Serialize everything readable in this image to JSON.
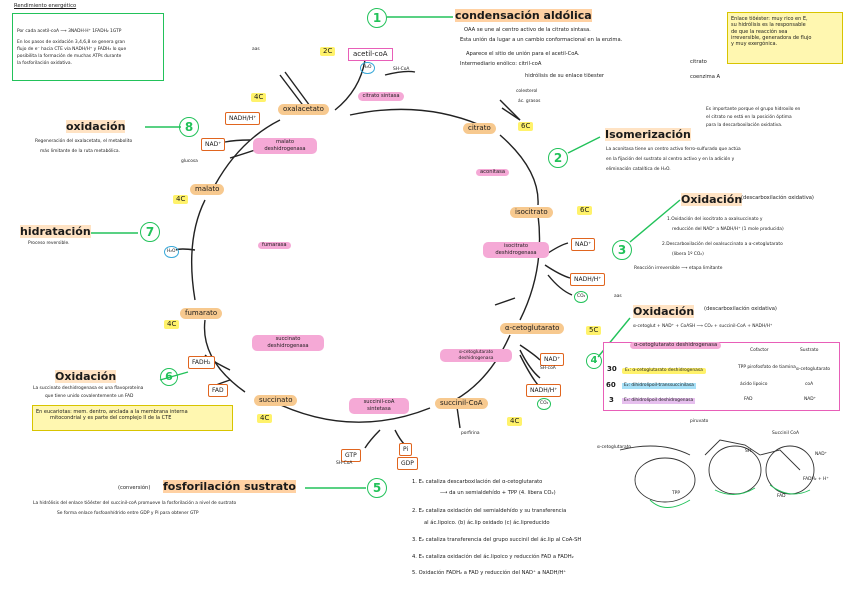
{
  "top_left": {
    "title": "Rendimiento energético",
    "line1": "Por cada acetil-coA ⟶ 3NADH·H⁺ 1FADH₂ 1GTP",
    "line2": "En los pasos de oxidación 3,4,6,8 se genera gran",
    "line3": "flujo de e⁻ hacia CTE vía NADH/H⁺ y FADH₂ lo que",
    "line4": "posibilita la formación de muchas ATPs durante",
    "line5": "la fosforilación oxidativa."
  },
  "top_right_note": {
    "line1": "Enlace tiöéster: muy rico en E,",
    "line2": "su hidrólisis es la responsable",
    "line3": "de que la reacción sea",
    "line4": "irreversible, generadora de flujo",
    "line5": "y muy exergónica."
  },
  "metabolites": {
    "acetil_coa": "acetil-coA",
    "oxalacetato": "oxalacetato",
    "citrato": "citrato",
    "isocitrato": "isocitrato",
    "alfa_ceto": "α-cetoglutarato",
    "succinil_coa": "succinil-CoA",
    "succinato": "succinato",
    "fumarato": "fumarato",
    "malato": "malato"
  },
  "carbons": {
    "c2": "2C",
    "c4_oxa": "4C",
    "c6_cit": "6C",
    "c6_iso": "6C",
    "c5": "5C",
    "c4_suc": "4C",
    "c4_succ": "4C",
    "c4_fum": "4C",
    "c4_mal": "4C"
  },
  "enzymes": {
    "citrato_sintasa": "citrato sintasa",
    "aconitasa": "aconitasa",
    "isocitrato_dh": "isocitrato deshidrogenasa",
    "akg_dh": "α-cetoglutarato deshidrogenasa",
    "succinil_sintetasa": "succinil-coA sintetasa",
    "succinato_dh": "succinato deshidrogenasa",
    "fumarasa": "fumarasa",
    "malato_dh": "malato deshidrogenasa"
  },
  "cofactors": {
    "h2o_1": "H₂O",
    "shcoa_1": "SH-CoA",
    "nad_1": "NAD⁺",
    "nadh_1": "NADH/H⁺",
    "nad_2": "NAD⁺",
    "nadh_2": "NADH/H⁺",
    "co2_1": "CO₂",
    "nad_3": "NAD⁺",
    "shcoa_3": "SH-coA",
    "nadh_3": "NADH/H⁺",
    "co2_2": "CO₂",
    "gtp": "GTP",
    "shcoa_4": "SH-CoA",
    "pi": "Pi",
    "gdp": "GDP",
    "fadh2": "FADH₂",
    "fad": "FAD",
    "h2o_2": "H₂O",
    "glucosa": "glucosa",
    "aas_1": "aas",
    "aas_2": "aas",
    "porfirina": "porfirina",
    "colesterol": "colesterol",
    "ac_grasos": "ác. grasos"
  },
  "steps": {
    "s1": {
      "num": "1",
      "title": "condensación aldólica",
      "d1": "OAA se une al centro activo de la citrato sintasa.",
      "d2": "Esta unión da lugar a un cambio conformacional en la enzima.",
      "d3": "Aparece el sitio de unión para el acetil-CoA.",
      "d4": "Intermediario enólico: citril-coA",
      "d5": "hidrólisis de su enlace tiöester",
      "p1": "citrato",
      "p2": "coenzima A"
    },
    "s2": {
      "num": "2",
      "title": "Isomerización",
      "d1": "Es importante porque el grupo hidroxilo en",
      "d2": "el citrato no está en la posición óptima",
      "d3": "para la descarboxilación oxidativa.",
      "d4": "La aconitasa tiene un centro activo ferro-sulfurado que actúa",
      "d5": "en la fijación del sustrato al centro activo y en la adición y",
      "d6": "eliminación catalítica de H₂O."
    },
    "s3": {
      "num": "3",
      "title": "Oxidación",
      "sub": "(descarboxilación oxidativa)",
      "d1": "1.Oxidación del isocitrato a oxalsuccinato y",
      "d2": "reducción del NAD⁺ a NADH/H⁺ (1 mole producida)",
      "d3": "2.Descarboxilación del oxalsuccinato a α-cetoglutarato",
      "d4": "(libera 1º CO₂)",
      "d5": "Reacción irreversible ⟶ etapa limitante"
    },
    "s4": {
      "num": "4",
      "title": "Oxidación",
      "sub": "(descarboxilación oxidativa)",
      "eq": "α-cetoglut + NAD⁺ + CoASH ⟶ CO₂ + succinil-CoA + NADH/H⁺",
      "complex": "α-cetoglutarato deshidrogenasa",
      "col_cof": "Cofactor",
      "col_sus": "Sustrato",
      "rows": [
        {
          "n": "30",
          "e": "E₁: α-cetoglutarato deshidrogenasa",
          "c": "TPP pirofosfato de tiamina",
          "s": "α-cetoglutarato"
        },
        {
          "n": "60",
          "e": "E₂: dihidrolipoil-transsuccinilasa",
          "c": "ácido lipoico",
          "s": "coA"
        },
        {
          "n": "3",
          "e": "E₃: dihidrolipoil deshidrogenasa",
          "c": "FAD",
          "s": "NAD⁺"
        }
      ],
      "e1": "1. E₁ cataliza descarboxilación del α-cetoglutarato",
      "e1b": "⟶ da un semialdehído + TPP (4. libera CO₂)",
      "e2": "2. E₂ cataliza oxidación del semialdehído y su transferencia",
      "e2b": "al ác.lipoico. (b) ác.lip oxidado (c) ác.lipreducido",
      "e3": "3. E₂ cataliza transferencia del grupo succinil del ác.lip al CoA-SH",
      "e4": "4. E₃ cataliza oxidación del ác.lipoico y reducción FAD a FADH₂",
      "e5": "5. Oxidación FADH₂ a FAD y reducción del NAD⁺ a NADH/H⁺"
    },
    "s5": {
      "num": "5",
      "title": "fosforilación sustrato",
      "pre": "(conversión)",
      "d1": "La hidrólisis del enlace tiöéster del succinil-coA promueve la fosforilación a nivel de sustrato",
      "d2": "Se forma enlace fosfoanhídrido entre GDP y Pi para obtener GTP"
    },
    "s6": {
      "num": "6",
      "title": "Oxidación",
      "d1": "La succinato deshidrogenasa es una flavoproteína",
      "d2": "que tiene unido covalentemente un FAD",
      "d3": "En eucariotas: mem. dentro, anclada a la membrana interna",
      "d4": "mitocondrial y es parte del complejo II de la CTE"
    },
    "s7": {
      "num": "7",
      "title": "hidratación",
      "d1": "Proceso reversible."
    },
    "s8": {
      "num": "8",
      "title": "oxidación",
      "d1": "Regeneración del oxalacetato, el metabolito",
      "d2": "más limitante de la ruta metabólica."
    }
  },
  "mech": {
    "l1": "α-cetoglutarato",
    "l2": "piruvato",
    "l3": "TPP",
    "l4": "Succinil CoA",
    "l5": "NAD⁺",
    "l6": "FADH₂ + H⁺",
    "l7": "SH",
    "l8": "FAD"
  },
  "colors": {
    "green": "#22c25a",
    "orange": "#f7c98f",
    "pink": "#f5a9d6",
    "yellow": "#fff26b"
  }
}
